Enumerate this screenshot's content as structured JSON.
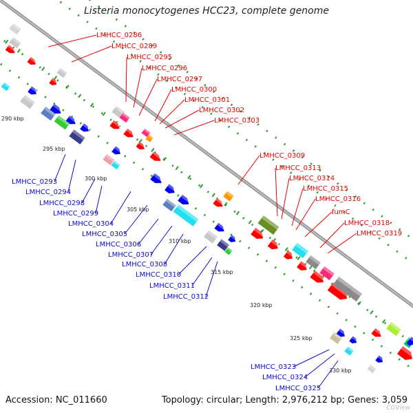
{
  "title": "Listeria monocytogenes HCC23, complete genome",
  "accession": "Accession: NC_011660",
  "summary": "Topology: circular; Length: 2,976,212 bp; Genes: 3,059",
  "watermark": "CGView",
  "colors": {
    "forward_label": "#e60000",
    "reverse_label": "#0a0acc",
    "backbone": "#9a9a9a",
    "cds_forward": "#ff0000",
    "cds_reverse": "#0000ee",
    "tick_dots": "#2a9a2a"
  },
  "scale_ticks": [
    "290 kbp",
    "295 kbp",
    "300 kbp",
    "305 kbp",
    "310 kbp",
    "315 kbp",
    "320 kbp",
    "325 kbp",
    "330 kbp"
  ],
  "forward_labels": [
    "LMHCC_0286",
    "LMHCC_0289",
    "LMHCC_0295",
    "LMHCC_0296",
    "LMHCC_0297",
    "LMHCC_0300",
    "LMHCC_0301",
    "LMHCC_0302",
    "LMHCC_0303",
    "LMHCC_0309",
    "LMHCC_0313",
    "LMHCC_0314",
    "LMHCC_0315",
    "LMHCC_0316",
    "fumC",
    "LMHCC_0318",
    "LMHCC_0319"
  ],
  "reverse_labels": [
    "LMHCC_0293",
    "LMHCC_0294",
    "LMHCC_0298",
    "LMHCC_0299",
    "LMHCC_0304",
    "LMHCC_0305",
    "LMHCC_0306",
    "LMHCC_0307",
    "LMHCC_0308",
    "LMHCC_0310",
    "LMHCC_0311",
    "LMHCC_0312",
    "LMHCC_0323",
    "LMHCC_0324",
    "LMHCC_0325"
  ]
}
